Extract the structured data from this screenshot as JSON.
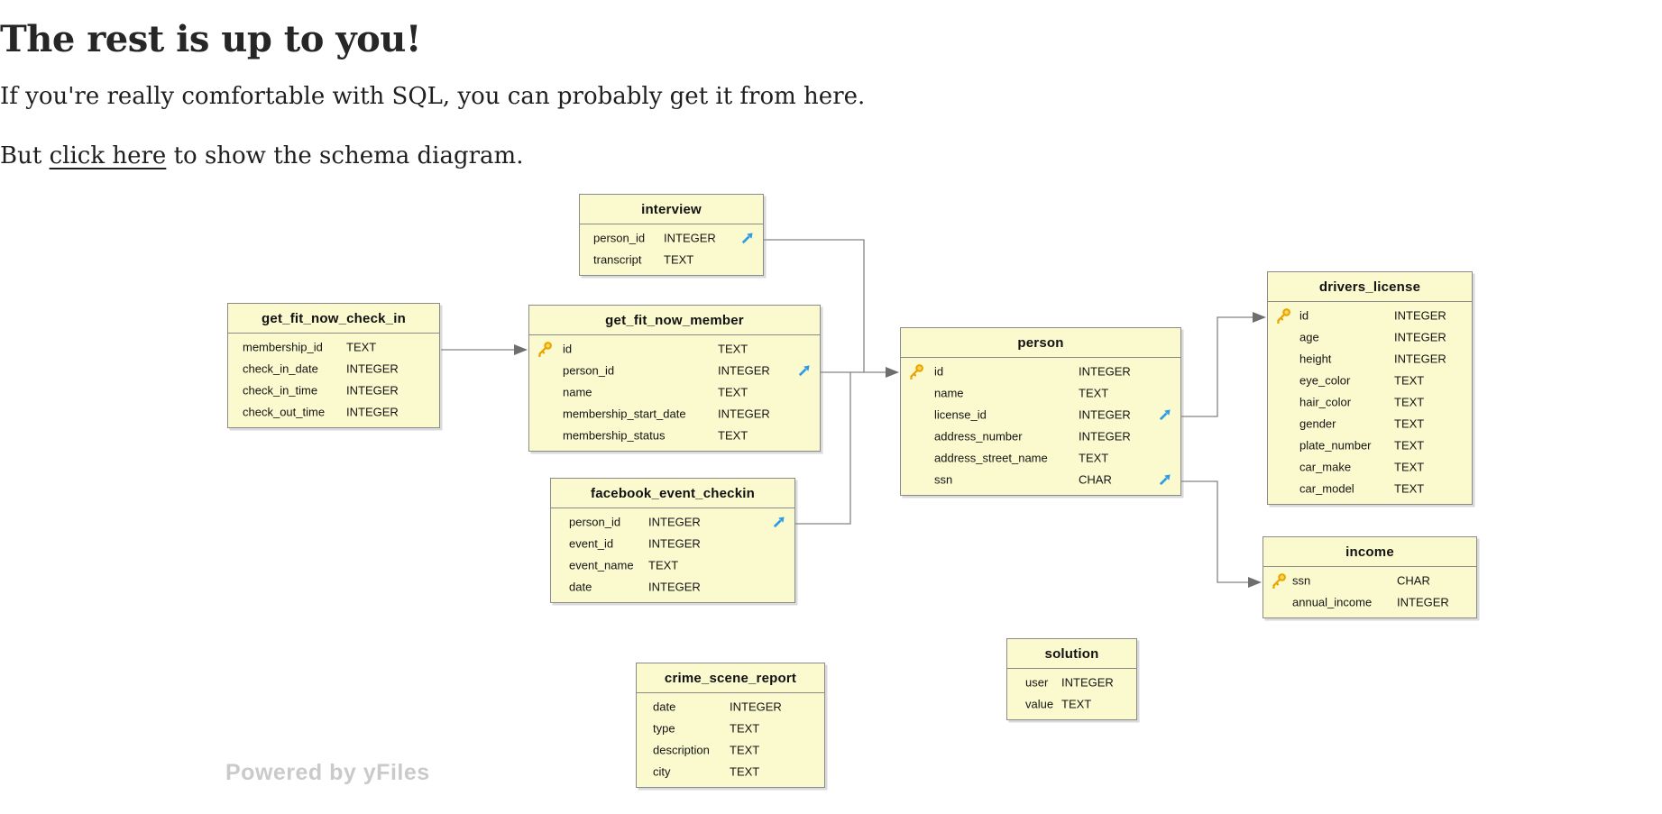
{
  "page": {
    "heading": "The rest is up to you!",
    "paragraph1": "If you're really comfortable with SQL, you can probably get it from here.",
    "paragraph2_prefix": "But ",
    "link_text": "click here",
    "paragraph2_suffix": " to show the schema diagram.",
    "watermark": "Powered by yFiles"
  },
  "colors": {
    "table_fill": "#fbface",
    "table_border": "#8a8a8a",
    "connector": "#848484",
    "primary_key_icon": "#edaa00",
    "foreign_key_arrow": "#2b9ce5",
    "watermark_text": "#cacaca"
  },
  "diagram": {
    "tables": [
      {
        "title": "interview",
        "rows": [
          {
            "name": "person_id",
            "type": "INTEGER"
          },
          {
            "name": "transcript",
            "type": "TEXT"
          }
        ]
      },
      {
        "title": "get_fit_now_check_in",
        "rows": [
          {
            "name": "membership_id",
            "type": "TEXT"
          },
          {
            "name": "check_in_date",
            "type": "INTEGER"
          },
          {
            "name": "check_in_time",
            "type": "INTEGER"
          },
          {
            "name": "check_out_time",
            "type": "INTEGER"
          }
        ]
      },
      {
        "title": "get_fit_now_member",
        "rows": [
          {
            "name": "id",
            "type": "TEXT"
          },
          {
            "name": "person_id",
            "type": "INTEGER"
          },
          {
            "name": "name",
            "type": "TEXT"
          },
          {
            "name": "membership_start_date",
            "type": "INTEGER"
          },
          {
            "name": "membership_status",
            "type": "TEXT"
          }
        ]
      },
      {
        "title": "person",
        "rows": [
          {
            "name": "id",
            "type": "INTEGER"
          },
          {
            "name": "name",
            "type": "TEXT"
          },
          {
            "name": "license_id",
            "type": "INTEGER"
          },
          {
            "name": "address_number",
            "type": "INTEGER"
          },
          {
            "name": "address_street_name",
            "type": "TEXT"
          },
          {
            "name": "ssn",
            "type": "CHAR"
          }
        ]
      },
      {
        "title": "drivers_license",
        "rows": [
          {
            "name": "id",
            "type": "INTEGER"
          },
          {
            "name": "age",
            "type": "INTEGER"
          },
          {
            "name": "height",
            "type": "INTEGER"
          },
          {
            "name": "eye_color",
            "type": "TEXT"
          },
          {
            "name": "hair_color",
            "type": "TEXT"
          },
          {
            "name": "gender",
            "type": "TEXT"
          },
          {
            "name": "plate_number",
            "type": "TEXT"
          },
          {
            "name": "car_make",
            "type": "TEXT"
          },
          {
            "name": "car_model",
            "type": "TEXT"
          }
        ]
      },
      {
        "title": "facebook_event_checkin",
        "rows": [
          {
            "name": "person_id",
            "type": "INTEGER"
          },
          {
            "name": "event_id",
            "type": "INTEGER"
          },
          {
            "name": "event_name",
            "type": "TEXT"
          },
          {
            "name": "date",
            "type": "INTEGER"
          }
        ]
      },
      {
        "title": "income",
        "rows": [
          {
            "name": "ssn",
            "type": "CHAR"
          },
          {
            "name": "annual_income",
            "type": "INTEGER"
          }
        ]
      },
      {
        "title": "crime_scene_report",
        "rows": [
          {
            "name": "date",
            "type": "INTEGER"
          },
          {
            "name": "type",
            "type": "TEXT"
          },
          {
            "name": "description",
            "type": "TEXT"
          },
          {
            "name": "city",
            "type": "TEXT"
          }
        ]
      },
      {
        "title": "solution",
        "rows": [
          {
            "name": "user",
            "type": "INTEGER"
          },
          {
            "name": "value",
            "type": "TEXT"
          }
        ]
      }
    ]
  }
}
